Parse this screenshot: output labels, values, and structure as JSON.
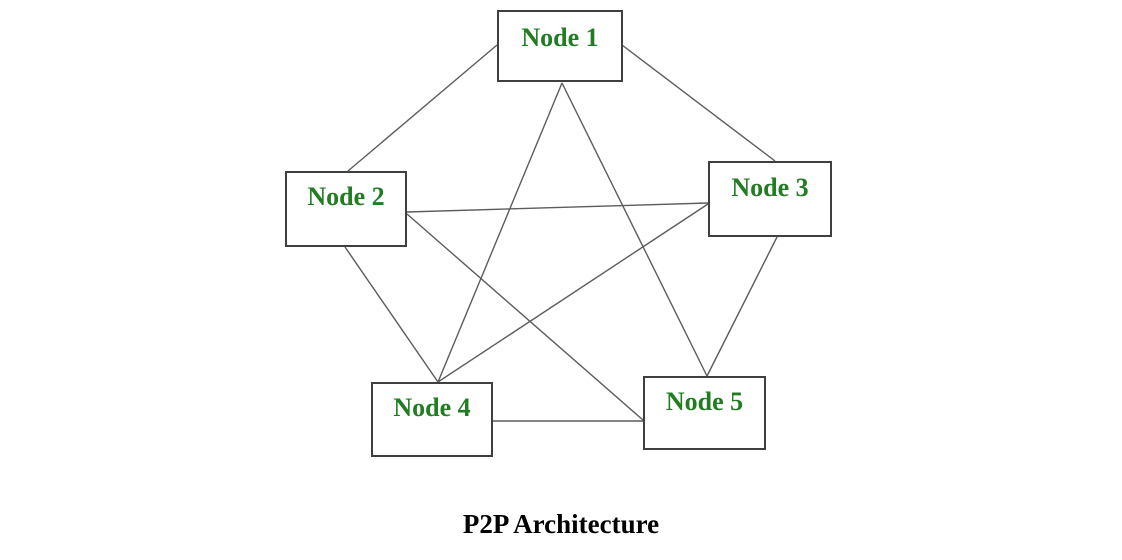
{
  "diagram": {
    "title": "P2P Architecture",
    "nodes": [
      {
        "id": "node-1",
        "label": "Node 1"
      },
      {
        "id": "node-2",
        "label": "Node 2"
      },
      {
        "id": "node-3",
        "label": "Node 3"
      },
      {
        "id": "node-4",
        "label": "Node 4"
      },
      {
        "id": "node-5",
        "label": "Node 5"
      }
    ],
    "edges": [
      {
        "from": "Node 1",
        "to": "Node 2"
      },
      {
        "from": "Node 1",
        "to": "Node 3"
      },
      {
        "from": "Node 1",
        "to": "Node 4"
      },
      {
        "from": "Node 1",
        "to": "Node 5"
      },
      {
        "from": "Node 2",
        "to": "Node 3"
      },
      {
        "from": "Node 2",
        "to": "Node 4"
      },
      {
        "from": "Node 2",
        "to": "Node 5"
      },
      {
        "from": "Node 3",
        "to": "Node 4"
      },
      {
        "from": "Node 3",
        "to": "Node 5"
      },
      {
        "from": "Node 4",
        "to": "Node 5"
      }
    ],
    "colors": {
      "node_text": "#227c22",
      "node_border": "#3f3f3f",
      "edge_line": "#5c5c5c",
      "title_text": "#000000",
      "background": "#ffffff"
    }
  }
}
